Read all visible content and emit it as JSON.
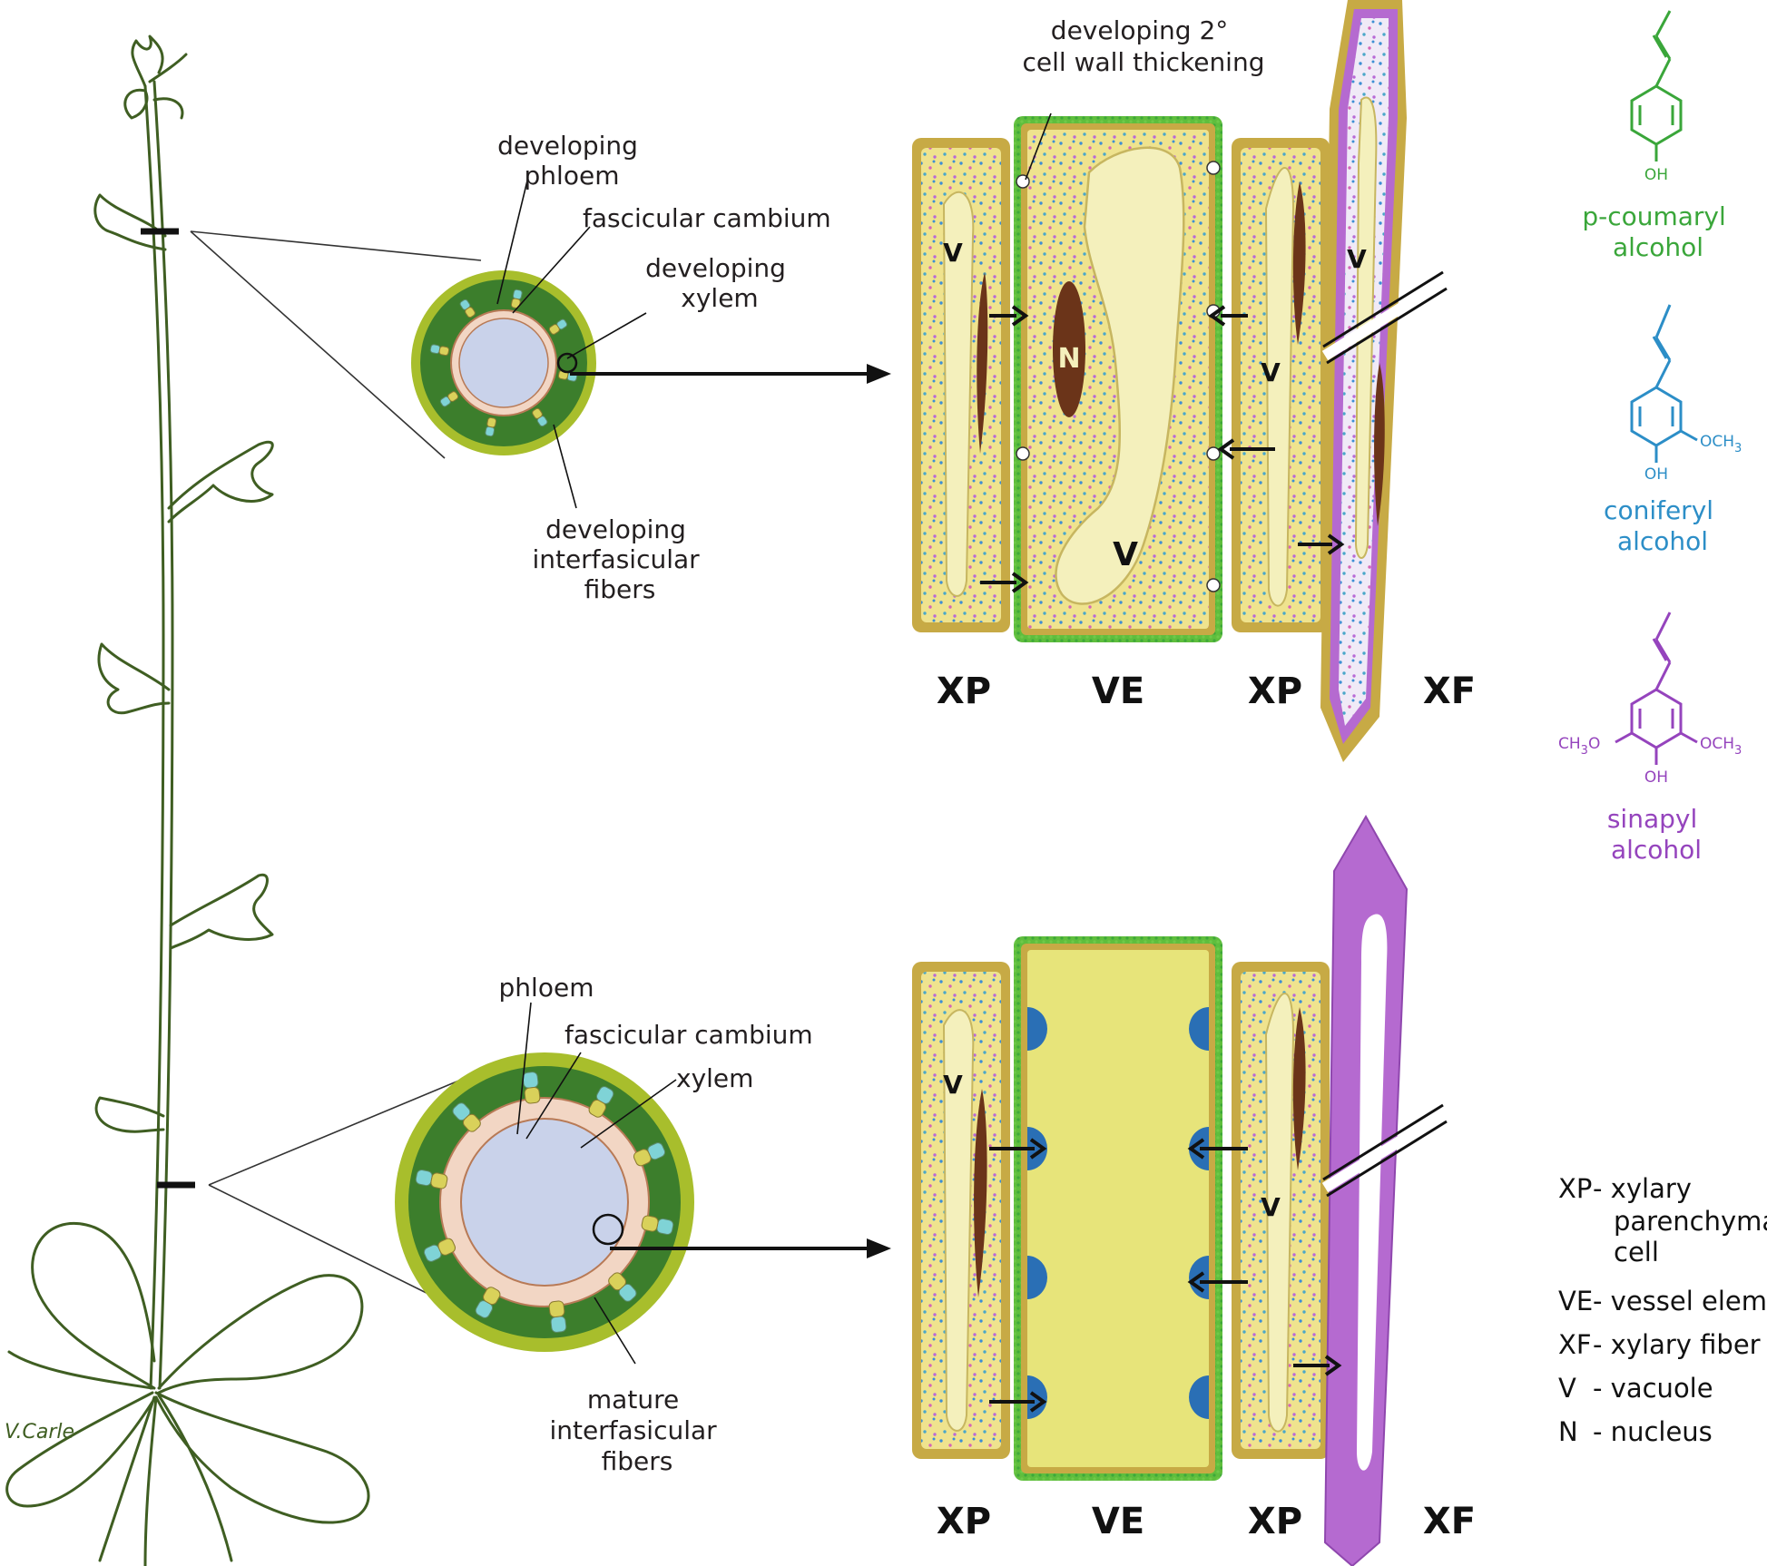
{
  "colors": {
    "plant_outline": "#3f5e22",
    "stem_outer": "#a8be2c",
    "stem_dark": "#3c7e2c",
    "cambium_ring": "#f2d6c4",
    "pith": "#c9d2ea",
    "cell_wall": "#c7aa45",
    "cell_fill": "#efe38e",
    "vessel_fill": "#e7e47a",
    "vessel_border": "#5fbe3d",
    "vacuole": "#f4f0bc",
    "nucleus": "#6b3419",
    "fiber": "#b56ad0",
    "coumaryl": "#3aa63a",
    "coniferyl": "#2c8ec7",
    "sinapyl": "#9544bd"
  },
  "signature": "V.Carle",
  "top_section": {
    "labels": {
      "phloem": [
        "developing",
        "phloem"
      ],
      "cambium": "fascicular cambium",
      "xylem": [
        "developing",
        "xylem"
      ],
      "fibers": [
        "developing",
        "interfasicular",
        "fibers"
      ],
      "wall": [
        "developing 2°",
        "cell wall thickening"
      ]
    },
    "cells": [
      "XP",
      "VE",
      "XP",
      "XF"
    ],
    "marks": {
      "vacuole": "V",
      "nucleus": "N"
    }
  },
  "bottom_section": {
    "labels": {
      "phloem": "phloem",
      "cambium": "fascicular cambium",
      "xylem": "xylem",
      "fibers": [
        "mature",
        "interfasicular",
        "fibers"
      ]
    },
    "cells": [
      "XP",
      "VE",
      "XP",
      "XF"
    ],
    "marks": {
      "vacuole": "V"
    }
  },
  "monolignols": [
    {
      "name": [
        "p-coumaryl",
        "alcohol"
      ],
      "oh": "OH"
    },
    {
      "name": [
        "coniferyl",
        "alcohol"
      ],
      "oh": "OH",
      "och3": "OCH",
      "sub": "3"
    },
    {
      "name": [
        "sinapyl",
        "alcohol"
      ],
      "oh": "OH",
      "och3": "OCH",
      "sub": "3",
      "ch3o": "CH",
      "ch3o_tail": "O"
    }
  ],
  "legend": [
    {
      "key": "XP",
      "desc": [
        "- xylary",
        "parenchyma",
        "cell"
      ]
    },
    {
      "key": "VE",
      "desc": [
        "- vessel elemen"
      ]
    },
    {
      "key": "XF",
      "desc": [
        "- xylary fiber"
      ]
    },
    {
      "key": "V",
      "desc": [
        "- vacuole"
      ]
    },
    {
      "key": "N",
      "desc": [
        "- nucleus"
      ]
    }
  ]
}
